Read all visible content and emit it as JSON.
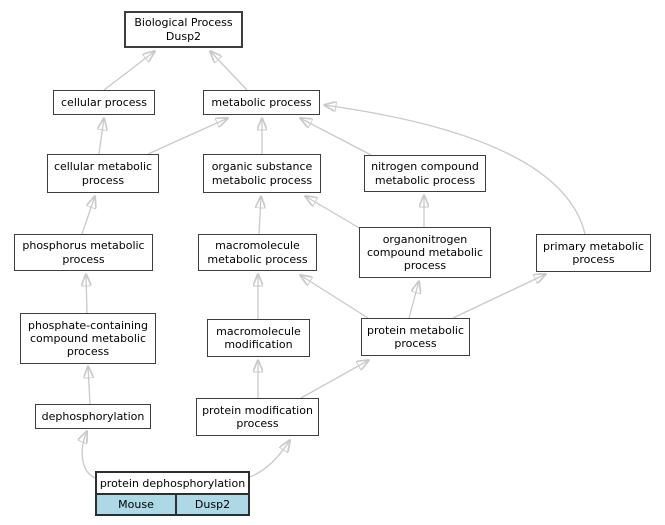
{
  "diagram": {
    "type": "gene-ontology-dag",
    "root_label": "Biological Process\nDusp2"
  },
  "nodes": {
    "biological_process": {
      "label": "Biological Process\nDusp2"
    },
    "cellular_process": {
      "label": "cellular process"
    },
    "metabolic_process": {
      "label": "metabolic process"
    },
    "cellular_metabolic_process": {
      "label": "cellular metabolic\nprocess"
    },
    "organic_substance_metabolic_process": {
      "label": "organic substance\nmetabolic process"
    },
    "nitrogen_compound_metabolic_process": {
      "label": "nitrogen compound\nmetabolic process"
    },
    "phosphorus_metabolic_process": {
      "label": "phosphorus metabolic\nprocess"
    },
    "macromolecule_metabolic_process": {
      "label": "macromolecule\nmetabolic process"
    },
    "organonitrogen_compound_metabolic_process": {
      "label": "organonitrogen\ncompound metabolic\nprocess"
    },
    "primary_metabolic_process": {
      "label": "primary metabolic\nprocess"
    },
    "phosphate_containing_compound_metabolic_process": {
      "label": "phosphate-containing\ncompound metabolic\nprocess"
    },
    "macromolecule_modification": {
      "label": "macromolecule\nmodification"
    },
    "protein_metabolic_process": {
      "label": "protein metabolic\nprocess"
    },
    "dephosphorylation": {
      "label": "dephosphorylation"
    },
    "protein_modification_process": {
      "label": "protein modification\nprocess"
    },
    "protein_dephosphorylation": {
      "label": "protein dephosphorylation"
    }
  },
  "gene_annotation": {
    "organism": "Mouse",
    "gene": "Dusp2"
  },
  "edges": [
    {
      "from": "cellular_process",
      "to": "biological_process"
    },
    {
      "from": "metabolic_process",
      "to": "biological_process"
    },
    {
      "from": "cellular_metabolic_process",
      "to": "cellular_process"
    },
    {
      "from": "cellular_metabolic_process",
      "to": "metabolic_process"
    },
    {
      "from": "organic_substance_metabolic_process",
      "to": "metabolic_process"
    },
    {
      "from": "nitrogen_compound_metabolic_process",
      "to": "metabolic_process"
    },
    {
      "from": "primary_metabolic_process",
      "to": "metabolic_process"
    },
    {
      "from": "phosphorus_metabolic_process",
      "to": "cellular_metabolic_process"
    },
    {
      "from": "macromolecule_metabolic_process",
      "to": "organic_substance_metabolic_process"
    },
    {
      "from": "organonitrogen_compound_metabolic_process",
      "to": "nitrogen_compound_metabolic_process"
    },
    {
      "from": "organonitrogen_compound_metabolic_process",
      "to": "organic_substance_metabolic_process"
    },
    {
      "from": "phosphate_containing_compound_metabolic_process",
      "to": "phosphorus_metabolic_process"
    },
    {
      "from": "macromolecule_modification",
      "to": "macromolecule_metabolic_process"
    },
    {
      "from": "protein_metabolic_process",
      "to": "macromolecule_metabolic_process"
    },
    {
      "from": "protein_metabolic_process",
      "to": "organonitrogen_compound_metabolic_process"
    },
    {
      "from": "protein_metabolic_process",
      "to": "primary_metabolic_process"
    },
    {
      "from": "dephosphorylation",
      "to": "phosphate_containing_compound_metabolic_process"
    },
    {
      "from": "protein_modification_process",
      "to": "macromolecule_modification"
    },
    {
      "from": "protein_modification_process",
      "to": "protein_metabolic_process"
    },
    {
      "from": "protein_dephosphorylation",
      "to": "dephosphorylation"
    },
    {
      "from": "protein_dephosphorylation",
      "to": "protein_modification_process"
    }
  ],
  "colors": {
    "node_border": "#3d3d3d",
    "node_fill": "#ffffff",
    "edge": "#c9c9c9",
    "arrowhead": "#c0c0c0",
    "annotation_fill": "#add8e6",
    "text": "#000000"
  }
}
